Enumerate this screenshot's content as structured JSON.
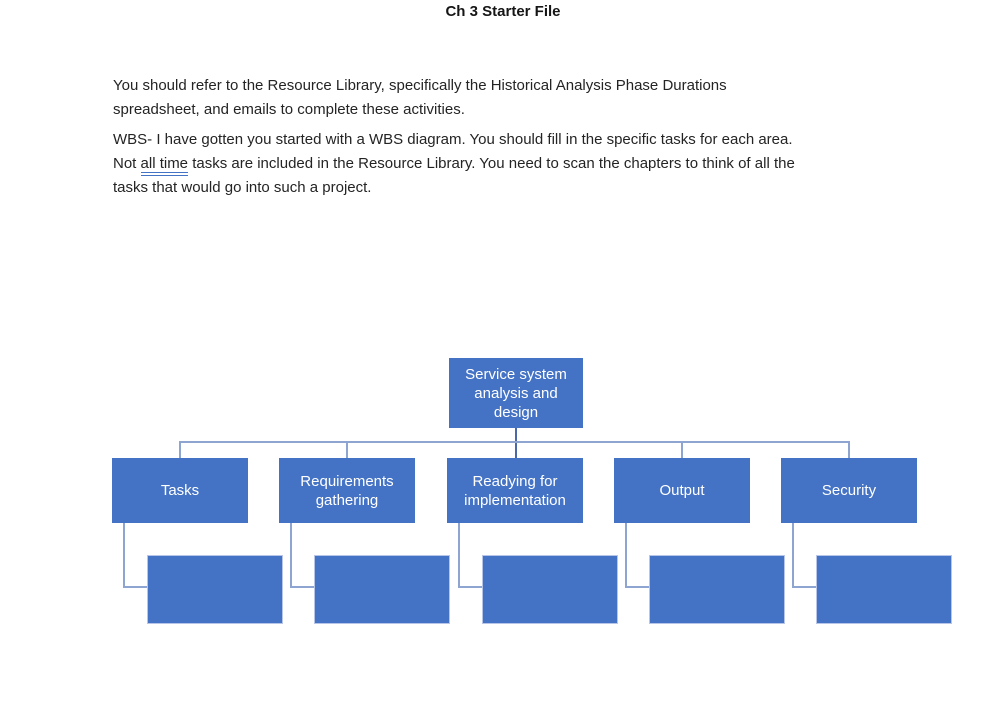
{
  "document": {
    "title": "Ch 3 Starter File",
    "paragraph1": {
      "lines": [
        "You should refer to the Resource Library, specifically the Historical Analysis Phase Durations",
        "spreadsheet, and emails to complete these activities."
      ]
    },
    "paragraph2": {
      "line1": "WBS- I have gotten you started with a WBS diagram. You should fill in the specific tasks for each area.",
      "line2_prefix": "Not ",
      "line2_underlined": "all time",
      "line2_suffix": " tasks are included in the Resource Library.  You need to scan the chapters to think of all the",
      "line3": "tasks that would go into such a project."
    }
  },
  "diagram": {
    "root_label": "Service system analysis and design",
    "branches": [
      {
        "label": "Tasks"
      },
      {
        "label": "Requirements gathering"
      },
      {
        "label": "Readying for implementation"
      },
      {
        "label": "Output"
      },
      {
        "label": "Security"
      }
    ],
    "child_boxes": [
      "",
      "",
      "",
      "",
      ""
    ],
    "colors": {
      "box_fill": "#4472C4",
      "box_text": "#ffffff",
      "connector": "#8ea5d2",
      "connector_dark": "#4b68a8",
      "child_border": "#b6c5e8",
      "grammar_underline": "#4472C4"
    }
  }
}
